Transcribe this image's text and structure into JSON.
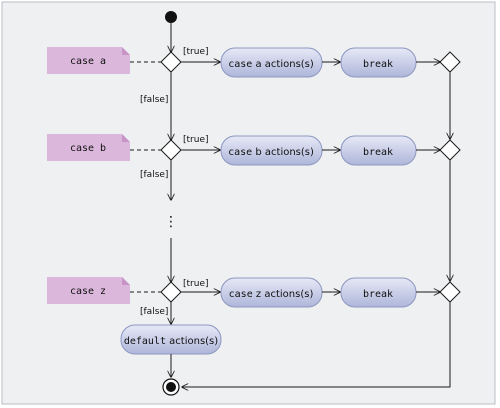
{
  "notes": {
    "case_a": "case a",
    "case_b": "case b",
    "case_z": "case z"
  },
  "guards": {
    "true": "[true]",
    "false": "[false]"
  },
  "actions": {
    "case_a_kw": "case",
    "case_a_rest": " a actions(s)",
    "case_b_kw": "case",
    "case_b_rest": " b actions(s)",
    "case_z_kw": "case",
    "case_z_rest": " z actions(s)",
    "default_kw": "default",
    "default_rest": " actions(s)"
  },
  "break_label": "break",
  "ellipsis": "⋮"
}
